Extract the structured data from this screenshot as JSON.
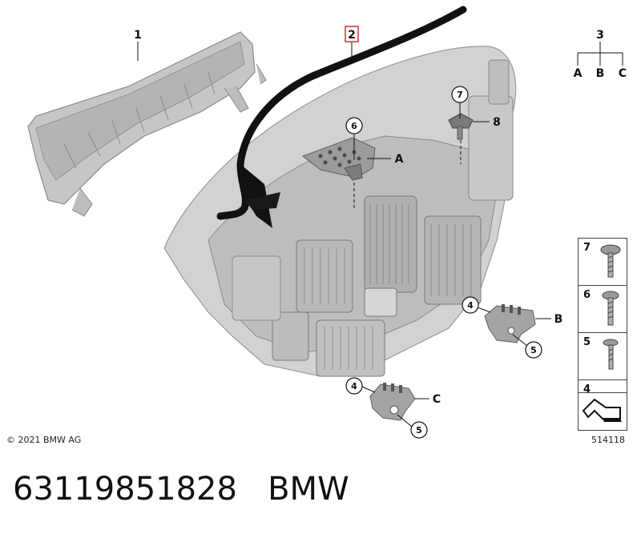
{
  "callouts": {
    "c1": "1",
    "c2": "2",
    "c3": "3",
    "c3a": "A",
    "c3b": "B",
    "c3c": "C",
    "c6": "6",
    "cA": "A",
    "c7": "7",
    "c8": "8",
    "c4b": "4",
    "cB": "B",
    "c5b": "5",
    "c4c": "4",
    "cC": "C",
    "c5c": "5"
  },
  "legend": {
    "items": [
      {
        "num": "7",
        "icon": "screw-7-icon"
      },
      {
        "num": "6",
        "icon": "screw-6-icon"
      },
      {
        "num": "5",
        "icon": "screw-5-icon"
      },
      {
        "num": "4",
        "icon": "clip-nut-icon"
      }
    ]
  },
  "copyright": "© 2021 BMW AG",
  "diagram_id": "514118",
  "footer": {
    "part_number": "63119851828",
    "brand": "BMW"
  },
  "colors": {
    "highlight_box": "#d9342b",
    "part_gray": "#c4c4c4",
    "part_dark": "#8e8e8e",
    "seal_black": "#111111"
  }
}
